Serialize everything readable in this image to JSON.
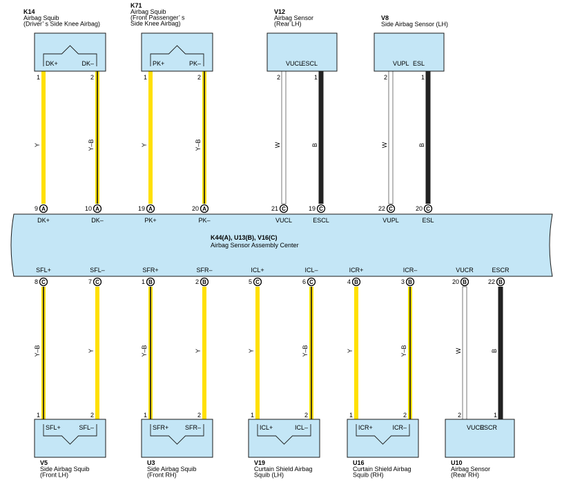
{
  "colors": {
    "Y": "#ffe000",
    "Y-B": "#ffe000",
    "W": "#ffffff",
    "B": "#222222",
    "box_fill": "#c4e6f6",
    "box_stroke": "#1a1a1a"
  },
  "main": {
    "code": "K44(A), U13(B), V16(C)",
    "name": "Airbag Sensor Assembly Center"
  },
  "top_components": [
    {
      "code": "K14",
      "name_lines": [
        "Airbag Squib",
        "(Driver’ s Side Knee Airbag)"
      ],
      "shape": "squib",
      "pins": [
        {
          "term": "DK+",
          "pin": "1",
          "wire": "Y",
          "main_pin": "9",
          "conn": "A",
          "main_term": "DK+"
        },
        {
          "term": "DK–",
          "pin": "2",
          "wire": "Y-B",
          "main_pin": "10",
          "conn": "A",
          "main_term": "DK–"
        }
      ]
    },
    {
      "code": "K71",
      "name_lines": [
        "Airbag Squib",
        "(Front Passenger’ s",
        "Side Knee Airbag)"
      ],
      "shape": "squib",
      "pins": [
        {
          "term": "PK+",
          "pin": "1",
          "wire": "Y",
          "main_pin": "19",
          "conn": "A",
          "main_term": "PK+"
        },
        {
          "term": "PK–",
          "pin": "2",
          "wire": "Y-B",
          "main_pin": "20",
          "conn": "A",
          "main_term": "PK–"
        }
      ]
    },
    {
      "code": "V12",
      "name_lines": [
        "Airbag Sensor",
        "(Rear LH)"
      ],
      "shape": "sensor",
      "pins": [
        {
          "term": "VUCL",
          "pin": "2",
          "wire": "W",
          "main_pin": "21",
          "conn": "C",
          "main_term": "VUCL"
        },
        {
          "term": "ESCL",
          "pin": "1",
          "wire": "B",
          "main_pin": "19",
          "conn": "C",
          "main_term": "ESCL"
        }
      ]
    },
    {
      "code": "V8",
      "name_lines": [
        "Side Airbag Sensor (LH)"
      ],
      "shape": "sensor",
      "pins": [
        {
          "term": "VUPL",
          "pin": "2",
          "wire": "W",
          "main_pin": "22",
          "conn": "C",
          "main_term": "VUPL"
        },
        {
          "term": "ESL",
          "pin": "1",
          "wire": "B",
          "main_pin": "20",
          "conn": "C",
          "main_term": "ESL"
        }
      ]
    }
  ],
  "bottom_components": [
    {
      "code": "V5",
      "name_lines": [
        "Side Airbag Squib",
        "(Front LH)"
      ],
      "shape": "squib",
      "pins": [
        {
          "term": "SFL+",
          "pin": "1",
          "wire": "Y-B",
          "main_pin": "8",
          "conn": "C",
          "main_term": "SFL+"
        },
        {
          "term": "SFL–",
          "pin": "2",
          "wire": "Y",
          "main_pin": "7",
          "conn": "C",
          "main_term": "SFL–"
        }
      ]
    },
    {
      "code": "U3",
      "name_lines": [
        "Side Airbag Squib",
        "(Front RH)"
      ],
      "shape": "squib",
      "pins": [
        {
          "term": "SFR+",
          "pin": "1",
          "wire": "Y-B",
          "main_pin": "1",
          "conn": "B",
          "main_term": "SFR+"
        },
        {
          "term": "SFR–",
          "pin": "2",
          "wire": "Y",
          "main_pin": "2",
          "conn": "B",
          "main_term": "SFR–"
        }
      ]
    },
    {
      "code": "V19",
      "name_lines": [
        "Curtain Shield Airbag",
        "Squib (LH)"
      ],
      "shape": "squib",
      "pins": [
        {
          "term": "ICL+",
          "pin": "1",
          "wire": "Y",
          "main_pin": "5",
          "conn": "C",
          "main_term": "ICL+"
        },
        {
          "term": "ICL–",
          "pin": "2",
          "wire": "Y-B",
          "main_pin": "6",
          "conn": "C",
          "main_term": "ICL–"
        }
      ]
    },
    {
      "code": "U16",
      "name_lines": [
        "Curtain Shield Airbag",
        "Squib (RH)"
      ],
      "shape": "squib",
      "pins": [
        {
          "term": "ICR+",
          "pin": "1",
          "wire": "Y",
          "main_pin": "4",
          "conn": "B",
          "main_term": "ICR+"
        },
        {
          "term": "ICR–",
          "pin": "2",
          "wire": "Y-B",
          "main_pin": "3",
          "conn": "B",
          "main_term": "ICR–"
        }
      ]
    },
    {
      "code": "U10",
      "name_lines": [
        "Airbag Sensor",
        "(Rear RH)"
      ],
      "shape": "sensor",
      "pins": [
        {
          "term": "VUCR",
          "pin": "2",
          "wire": "W",
          "main_pin": "20",
          "conn": "B",
          "main_term": "VUCR"
        },
        {
          "term": "ESCR",
          "pin": "1",
          "wire": "B",
          "main_pin": "22",
          "conn": "B",
          "main_term": "ESCR"
        }
      ]
    }
  ]
}
